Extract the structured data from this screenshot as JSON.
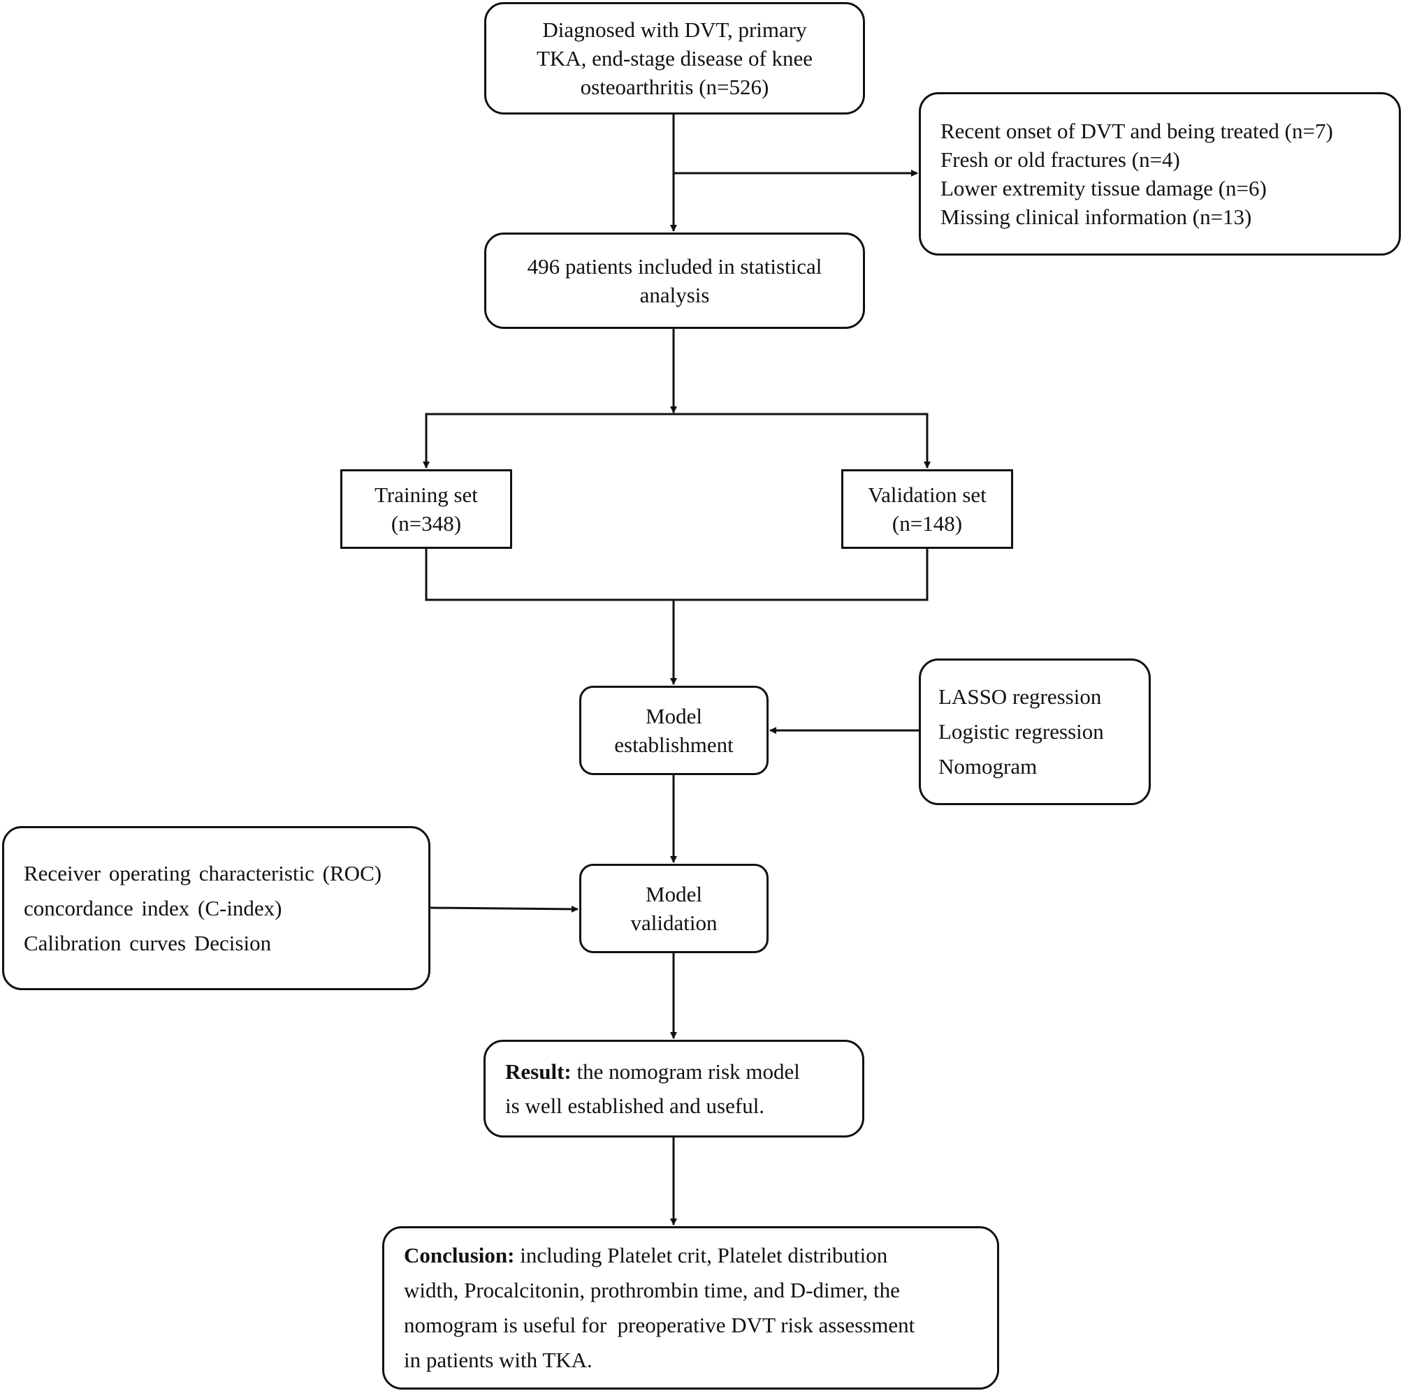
{
  "boxes": {
    "initial": {
      "lines": [
        "Diagnosed with DVT, primary",
        "TKA, end-stage disease of knee",
        "osteoarthritis (n=526)"
      ]
    },
    "exclusions": {
      "lines": [
        "Recent onset of DVT and being treated (n=7)",
        "Fresh or old fractures (n=4)",
        "Lower extremity tissue damage (n=6)",
        "Missing clinical information (n=13)"
      ]
    },
    "included": {
      "lines": [
        "496 patients included in statistical",
        "analysis"
      ]
    },
    "training": {
      "lines": [
        "Training set",
        "(n=348)"
      ]
    },
    "validation": {
      "lines": [
        "Validation set",
        "(n=148)"
      ]
    },
    "model_establishment": {
      "lines": [
        "Model",
        "establishment"
      ]
    },
    "methods": {
      "lines": [
        "LASSO regression",
        "Logistic regression",
        "Nomogram"
      ]
    },
    "model_validation": {
      "lines": [
        "Model",
        "validation"
      ]
    },
    "metrics": {
      "lines": [
        "Receiver operating characteristic (ROC)",
        "concordance index (C-index)",
        "Calibration curves Decision"
      ]
    },
    "result": {
      "label": "Result:",
      "lines": [
        " the nomogram risk model",
        "is well established and useful."
      ]
    },
    "conclusion": {
      "label": "Conclusion:",
      "lines": [
        " including Platelet crit, Platelet distribution",
        "width, Procalcitonin, prothrombin time, and D-dimer, the",
        "nomogram is useful for  preoperative DVT risk assessment",
        "in patients with TKA."
      ]
    }
  }
}
